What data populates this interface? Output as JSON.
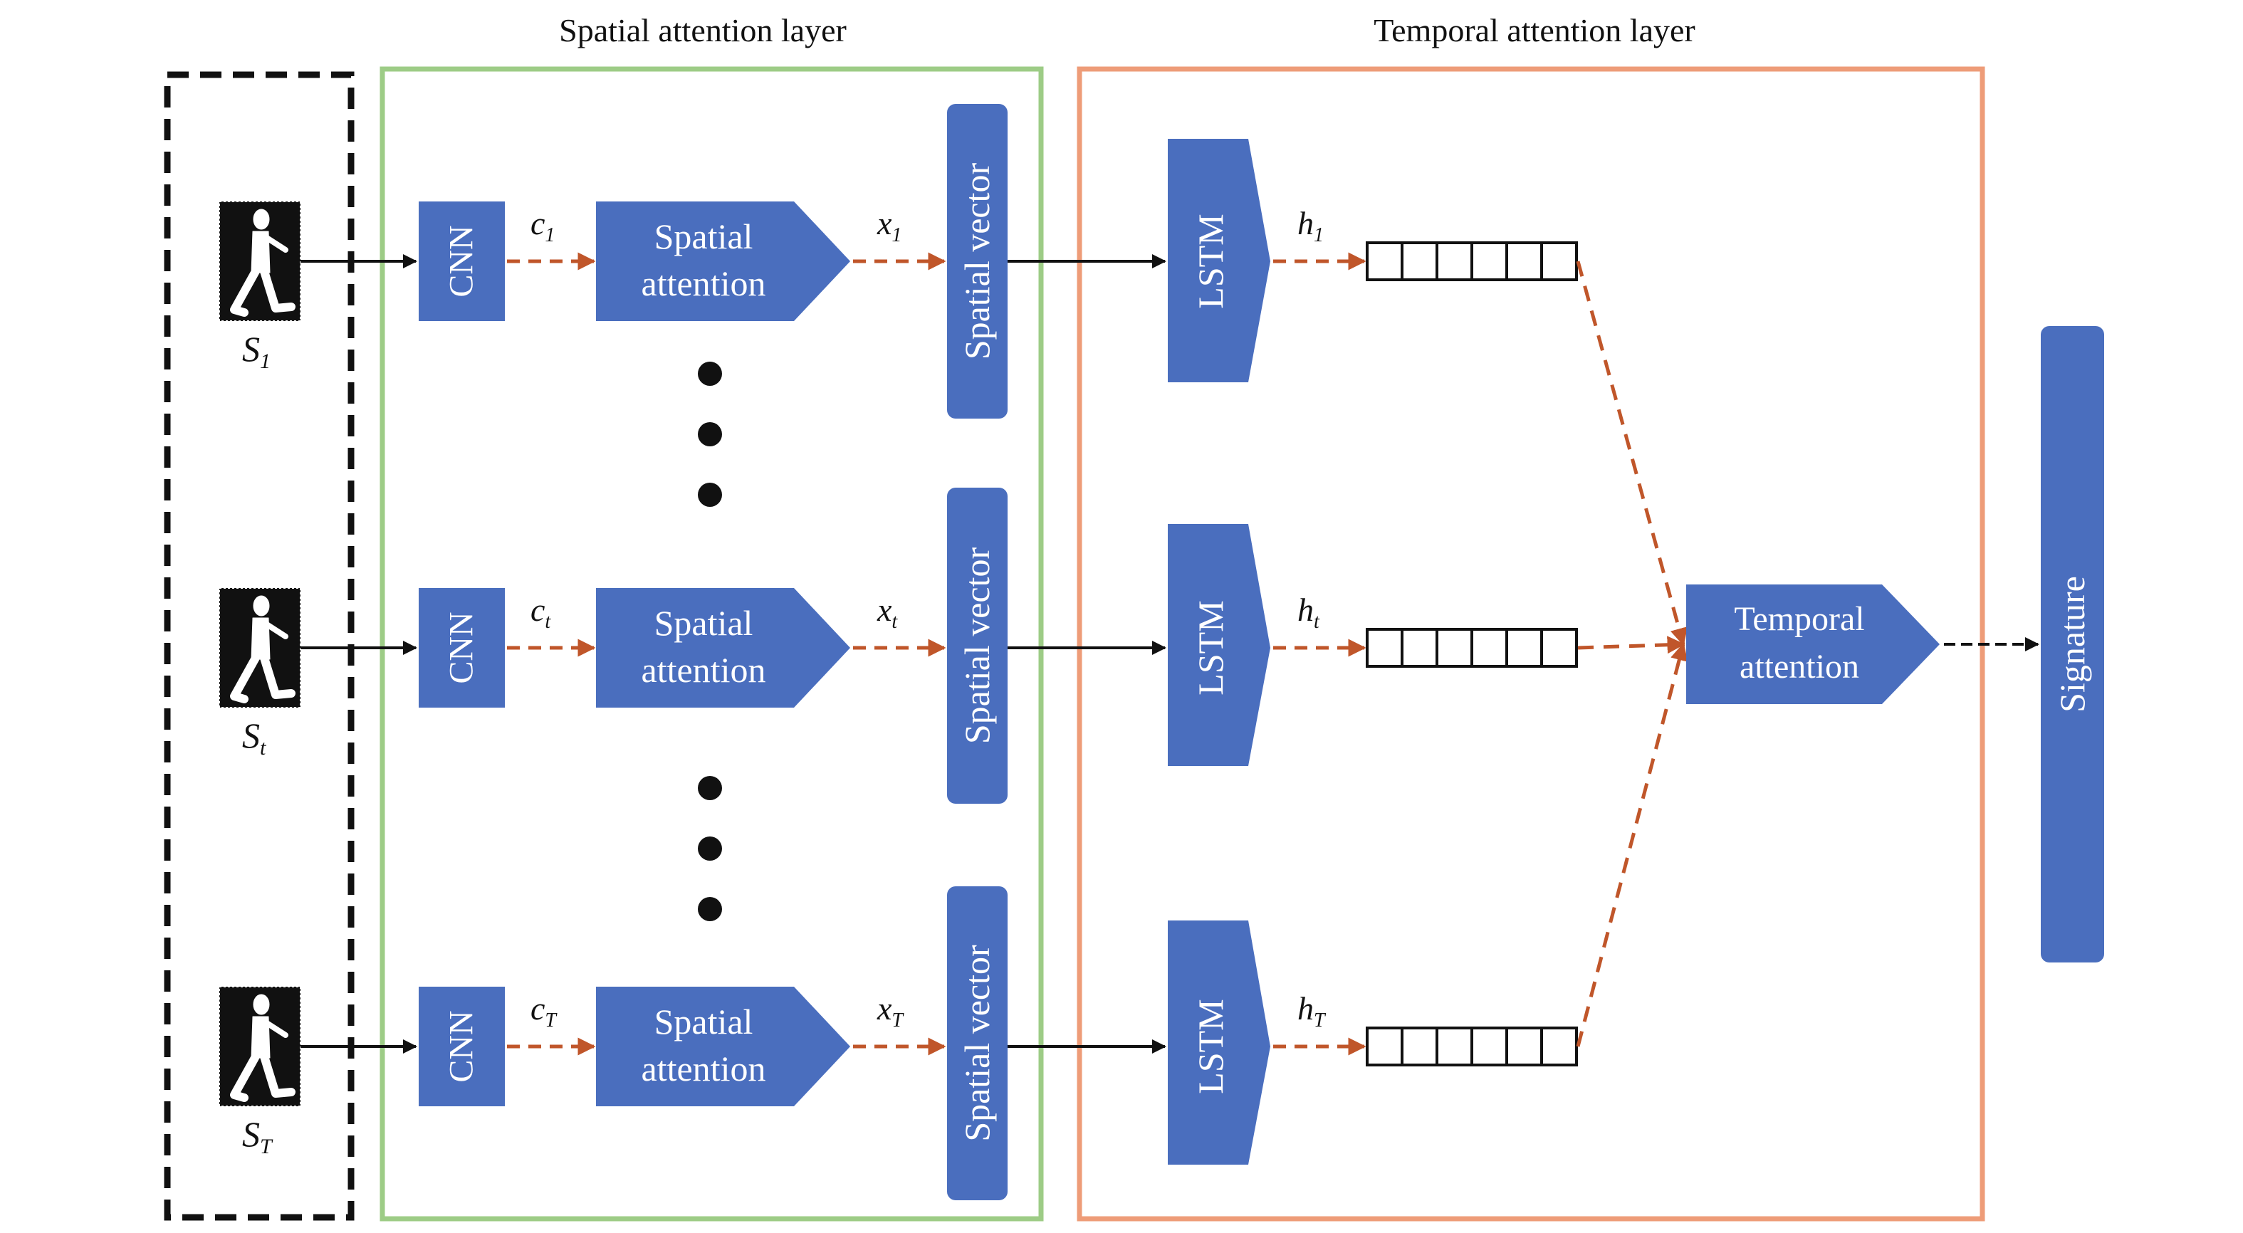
{
  "titles": {
    "spatial_layer": "Spatial attention layer",
    "temporal_layer": "Temporal attention layer"
  },
  "colors": {
    "block_blue": "#4A6EBE",
    "arrow_orange": "#C0562A",
    "spatial_border": "#9DCC86",
    "temporal_border": "#EE9C78",
    "input_border": "#111111"
  },
  "rows": [
    {
      "frame_label": "S",
      "frame_sub": "1",
      "cnn_label": "CNN",
      "c_label": "c",
      "c_sub": "1",
      "spatial_attention_line1": "Spatial",
      "spatial_attention_line2": "attention",
      "x_label": "x",
      "x_sub": "1",
      "spatial_vector_label": "Spatial vector",
      "lstm_label": "LSTM",
      "h_label": "h",
      "h_sub": "1",
      "hidden_cells": 6
    },
    {
      "frame_label": "S",
      "frame_sub": "t",
      "cnn_label": "CNN",
      "c_label": "c",
      "c_sub": "t",
      "spatial_attention_line1": "Spatial",
      "spatial_attention_line2": "attention",
      "x_label": "x",
      "x_sub": "t",
      "spatial_vector_label": "Spatial vector",
      "lstm_label": "LSTM",
      "h_label": "h",
      "h_sub": "t",
      "hidden_cells": 6
    },
    {
      "frame_label": "S",
      "frame_sub": "T",
      "cnn_label": "CNN",
      "c_label": "c",
      "c_sub": "T",
      "spatial_attention_line1": "Spatial",
      "spatial_attention_line2": "attention",
      "x_label": "x",
      "x_sub": "T",
      "spatial_vector_label": "Spatial vector",
      "lstm_label": "LSTM",
      "h_label": "h",
      "h_sub": "T",
      "hidden_cells": 6
    }
  ],
  "ellipsis_groups": 2,
  "temporal_attention": {
    "line1": "Temporal",
    "line2": "attention"
  },
  "output": {
    "label": "Signature"
  }
}
